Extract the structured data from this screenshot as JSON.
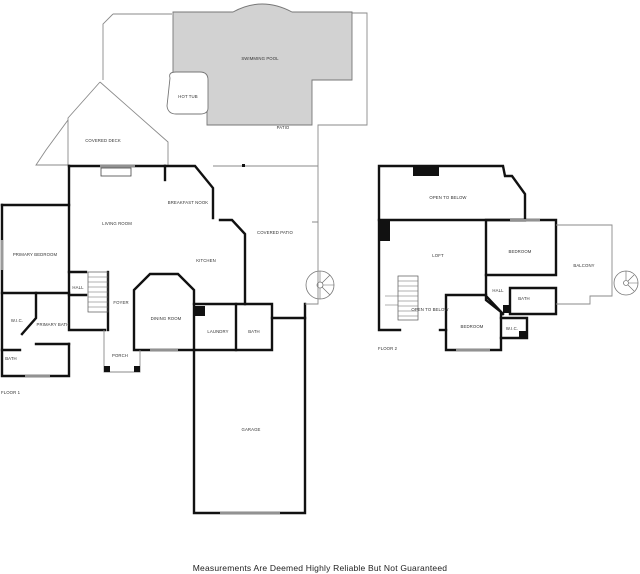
{
  "floor1": {
    "caption": "FLOOR 1",
    "rooms": {
      "swimming_pool": "SWIMMING POOL",
      "hot_tub": "HOT TUB",
      "patio": "PATIO",
      "covered_deck": "COVERED DECK",
      "breakfast_nook": "BREAKFAST NOOK",
      "living_room": "LIVING ROOM",
      "covered_patio": "COVERED PATIO",
      "primary_bedroom": "PRIMARY BEDROOM",
      "kitchen": "KITCHEN",
      "hall": "HALL",
      "foyer": "FOYER",
      "dining_room": "DINING ROOM",
      "laundry": "LAUNDRY",
      "bath_main": "BATH",
      "wic": "W.I.C.",
      "primary_bath": "PRIMARY BATH",
      "bath_primary_suite": "BATH",
      "porch": "PORCH",
      "garage": "GARAGE"
    }
  },
  "floor2": {
    "caption": "FLOOR 2",
    "rooms": {
      "open_to_below_top": "OPEN TO BELOW",
      "loft": "LOFT",
      "bedroom_right": "BEDROOM",
      "balcony": "BALCONY",
      "hall": "HALL",
      "bath": "BATH",
      "open_to_below_stairs": "OPEN TO BELOW",
      "bedroom_bottom": "BEDROOM",
      "wic": "W.I.C."
    }
  },
  "footer": "Measurements Are Deemed Highly Reliable But Not Guaranteed",
  "colors": {
    "pool_fill": "#d2d2d2",
    "wall": "#111111",
    "line": "#8a8a8a",
    "background": "#ffffff"
  }
}
